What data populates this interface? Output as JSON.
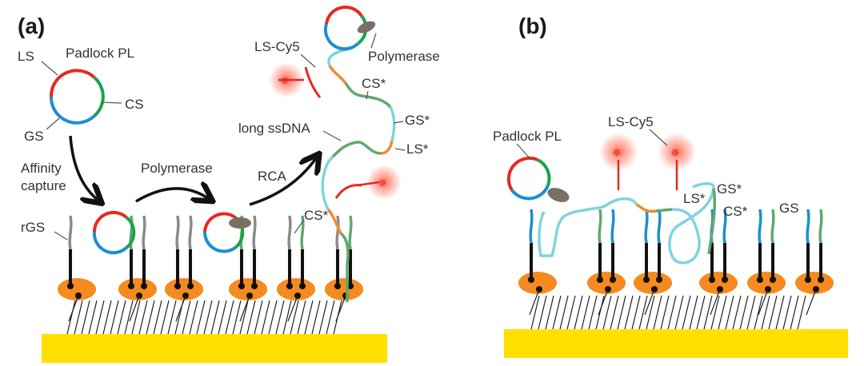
{
  "colors": {
    "ligation_segment": "#e8291f",
    "capture_segment": "#1aa34a",
    "gs_segment": "#1b8fd1",
    "rca_cyan": "#7fd3e0",
    "rca_orange": "#f28a33",
    "rca_green": "#5fa870",
    "rgs_grey": "#8a8a8a",
    "streptavidin": "#f58a1f",
    "gold_surface": "#ffe000",
    "polymerase": "#7a6e66",
    "cy5_glow": "#ff3a20"
  },
  "panel_a": {
    "label": "(a)",
    "padlock_label": "Padlock PL",
    "segment_labels": {
      "ls": "LS",
      "cs": "CS",
      "gs": "GS"
    },
    "step1_label_line1": "Affinity",
    "step1_label_line2": "capture",
    "step2_label": "Polymerase",
    "step3_label": "RCA",
    "rgs_label": "rGS",
    "cs_star_label_bottom": "CS*",
    "product_labels": {
      "ls_cy5": "LS-Cy5",
      "polymerase": "Polymerase",
      "cs_star": "CS*",
      "gs_star": "GS*",
      "ls_star": "LS*",
      "long_ssdna": "long ssDNA"
    }
  },
  "panel_b": {
    "label": "(b)",
    "padlock_label": "Padlock PL",
    "ls_cy5": "LS-Cy5",
    "gs_star": "GS*",
    "ls_star": "LS*",
    "cs_star": "CS*",
    "gs": "GS"
  }
}
